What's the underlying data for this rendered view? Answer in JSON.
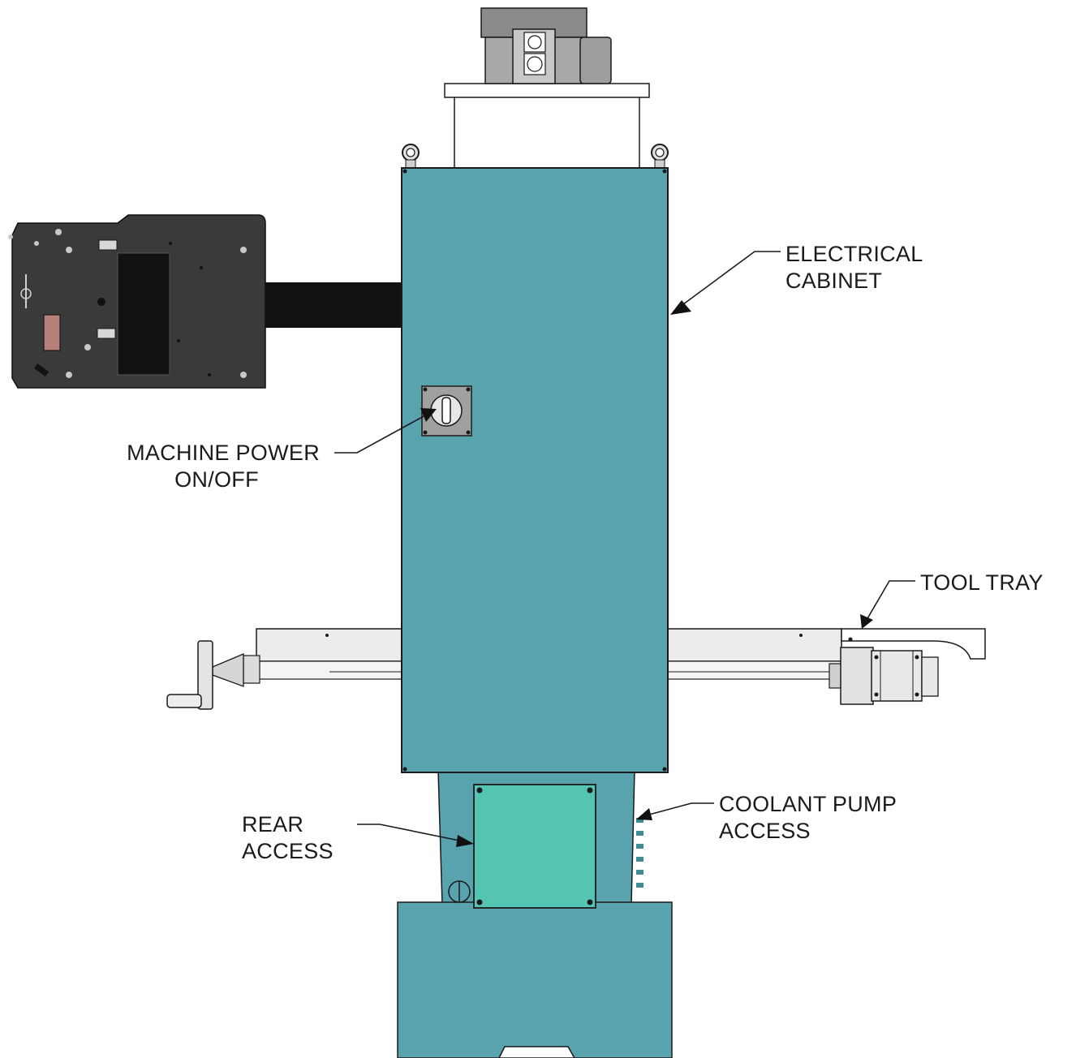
{
  "colors": {
    "cabinet": "#58a3ad",
    "rear_panel": "#56c4b2",
    "pendant": "#3a3a3a",
    "arm": "#111111",
    "metal_light": "#ececec",
    "motor_gray": "#9a9a9a"
  },
  "callouts": {
    "electrical_cabinet": {
      "line1": "ELECTRICAL",
      "line2": "CABINET"
    },
    "machine_power": {
      "line1": "MACHINE POWER",
      "line2": "ON/OFF"
    },
    "tool_tray": {
      "line1": "TOOL TRAY"
    },
    "rear_access": {
      "line1": "REAR",
      "line2": "ACCESS"
    },
    "coolant_pump_access": {
      "line1": "COOLANT PUMP",
      "line2": "ACCESS"
    }
  }
}
